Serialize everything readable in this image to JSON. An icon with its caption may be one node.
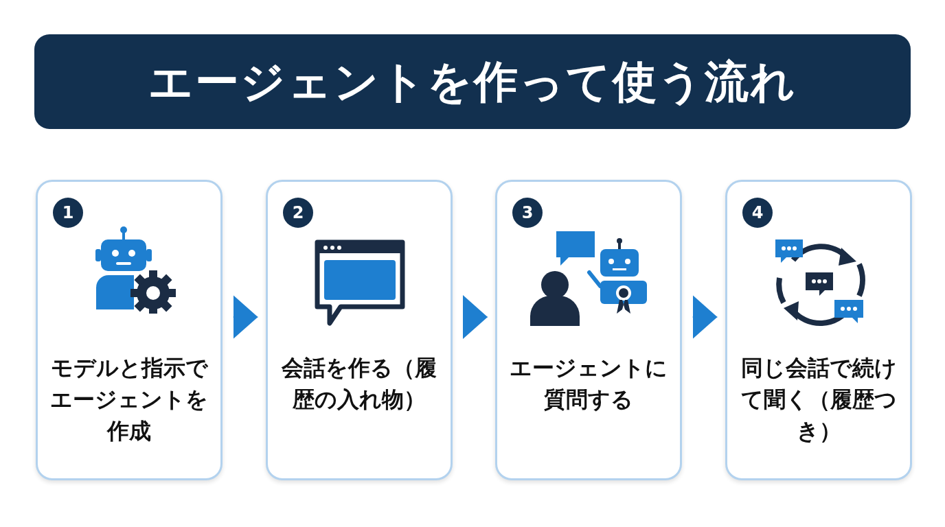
{
  "diagram": {
    "title": "エージェントを作って使う流れ",
    "nodes": [
      {
        "text": [
          "1",
          "モデルと指示でエージェントを作成"
        ]
      },
      {
        "text": [
          "2",
          "会話を作る（履歴の入れ物）"
        ]
      },
      {
        "text": [
          "3",
          "エージェントに質問する"
        ]
      },
      {
        "text": [
          "4",
          "同じ会話で続けて聞く（履歴つき）"
        ]
      }
    ],
    "edges": [
      {
        "from": 0,
        "to": 1,
        "arrow": "to"
      },
      {
        "from": 1,
        "to": 2,
        "arrow": "to"
      },
      {
        "from": 2,
        "to": 3,
        "arrow": "to"
      }
    ]
  }
}
